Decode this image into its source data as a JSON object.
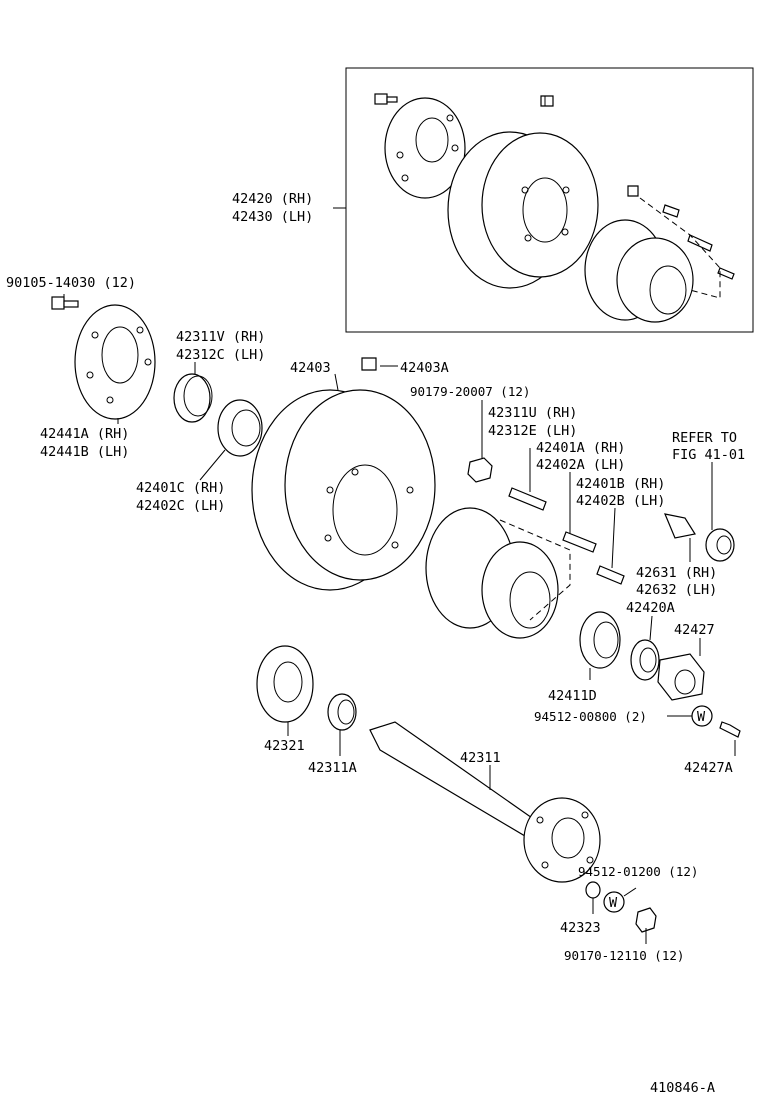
{
  "figure_id": "410846-A",
  "labels": {
    "hub_drum_assy_rh": "42420 (RH)",
    "hub_drum_assy_lh": "42430 (LH)",
    "bolt_90105": "90105-14030 (12)",
    "oil_seal_rh": "42311V (RH)",
    "oil_seal_lh": "42312C (LH)",
    "drum": "42403",
    "plug": "42403A",
    "nut_90179": "90179-20007 (12)",
    "stud_rh": "42311U (RH)",
    "stud_lh": "42312E (LH)",
    "cone_rh": "42401A (RH)",
    "cone_lh": "42402A (LH)",
    "cup_rh": "42401B (RH)",
    "cup_lh": "42402B (LH)",
    "refer_to": "REFER TO",
    "fig_ref": "FIG 41-01",
    "backing_rh": "42441A (RH)",
    "backing_lh": "42441B (LH)",
    "bearing_rh": "42401C (RH)",
    "bearing_lh": "42402C (LH)",
    "hub_bolt_rh": "42631 (RH)",
    "hub_bolt_lh": "42632 (LH)",
    "lock_washer": "42420A",
    "adjust_nut": "42427",
    "bearing_inner": "42411D",
    "washer_94512_08": "94512-00800 (2)",
    "gasket": "42321",
    "seal_42311a": "42311A",
    "axle_shaft": "42311",
    "lock_screw": "42427A",
    "washer_94512_12": "94512-01200 (12)",
    "cone_washer": "42323",
    "nut_90170": "90170-12110 (12)",
    "washer_mark": "W"
  }
}
